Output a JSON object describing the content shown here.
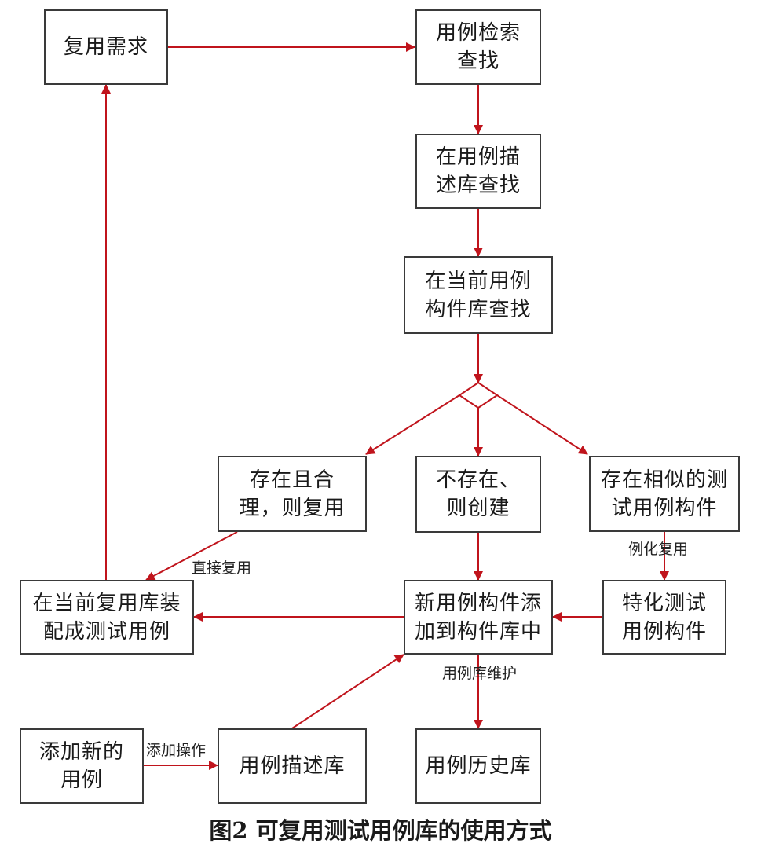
{
  "nodes": {
    "reuse_req": "复用需求",
    "search": "用例检索\n查找",
    "desc_lib": "在用例描\n述库查找",
    "current_lib": "在当前用例\n构件库查找",
    "exist_reuse": "存在且合\n理，则复用",
    "not_exist": "不存在、\n则创建",
    "exist_similar": "存在相似的测\n试用例构件",
    "assemble": "在当前复用库装\n配成测试用例",
    "add_new": "新用例构件添\n加到构件库中",
    "specialize": "特化测试\n用例构件",
    "add_case": "添加新的\n用例",
    "desc_store": "用例描述库",
    "history": "用例历史库"
  },
  "edge_labels": {
    "direct_reuse": "直接复用",
    "instantiate": "例化复用",
    "maintain": "用例库维护",
    "add_op": "添加操作"
  },
  "caption": "图2   可复用测试用例库的使用方式",
  "colors": {
    "arrow": "#c0141c",
    "border": "#3a3a3a"
  }
}
